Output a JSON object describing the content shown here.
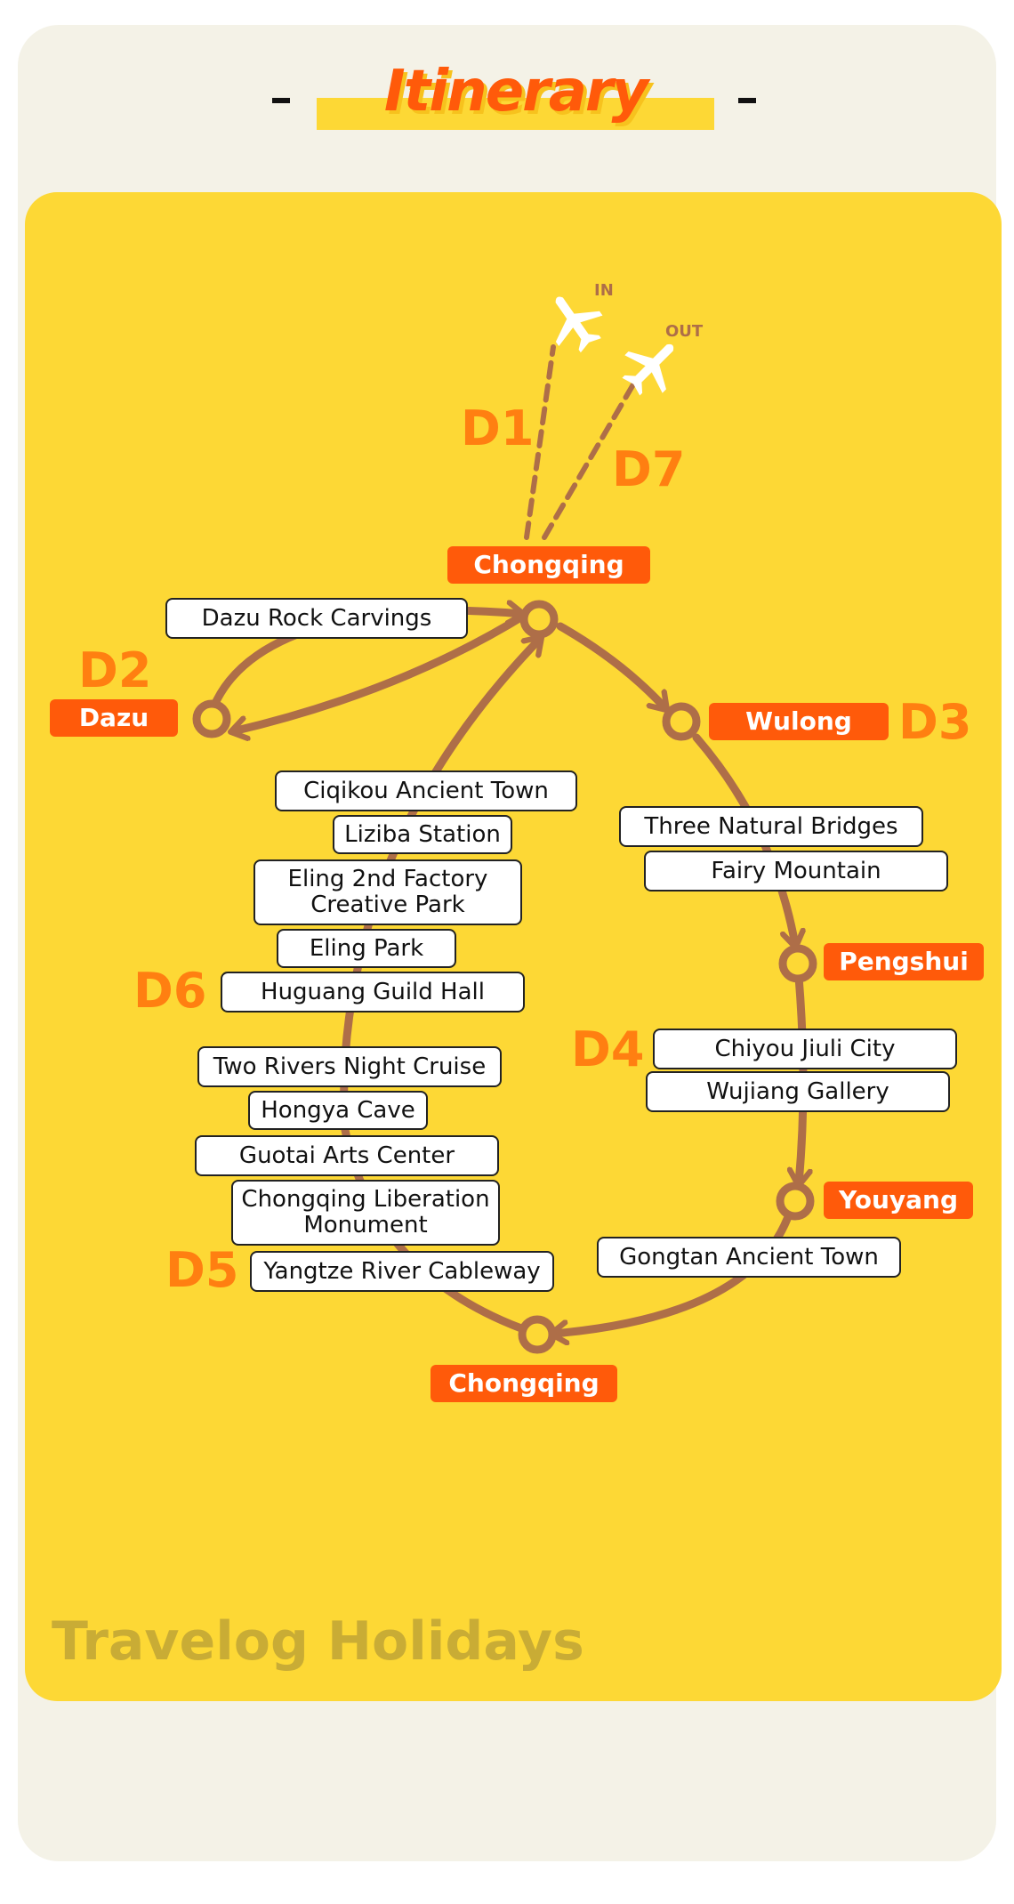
{
  "header": {
    "title": "Itinerary"
  },
  "flights": {
    "in": "IN",
    "out": "OUT"
  },
  "cities": {
    "chongqing_top": "Chongqing",
    "dazu": "Dazu",
    "wulong": "Wulong",
    "pengshui": "Pengshui",
    "youyang": "Youyang",
    "chongqing_bottom": "Chongqing"
  },
  "days": [
    "D1",
    "D2",
    "D3",
    "D4",
    "D5",
    "D6",
    "D7"
  ],
  "spots": {
    "dazu_rock": "Dazu Rock Carvings",
    "ciqikou": "Ciqikou Ancient Town",
    "liziba": "Liziba Station",
    "eling_factory": "Eling 2nd Factory\nCreative Park",
    "eling_park": "Eling Park",
    "huguang": "Huguang Guild Hall",
    "two_rivers": "Two Rivers Night Cruise",
    "hongya": "Hongya Cave",
    "guotai": "Guotai Arts Center",
    "liberation": "Chongqing Liberation\nMonument",
    "cableway": "Yangtze River Cableway",
    "three_bridges": "Three Natural Bridges",
    "fairy": "Fairy Mountain",
    "chiyou": "Chiyou Jiuli City",
    "wujiang": "Wujiang Gallery",
    "gongtan": "Gongtan Ancient Town"
  },
  "footer": {
    "brand": "Travelog Holidays"
  },
  "colors": {
    "panel": "#fdd835",
    "accent": "#ff5a0a",
    "route": "#ae6e48",
    "day": "#ff7f11"
  }
}
